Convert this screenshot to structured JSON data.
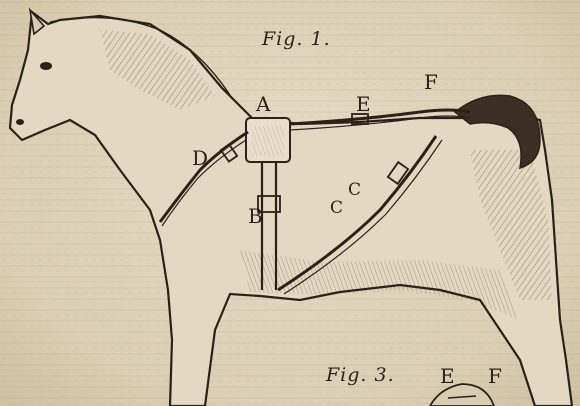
{
  "captions": {
    "fig1": "Fig. 1.",
    "fig3": "Fig. 3."
  },
  "labels": {
    "A": "A",
    "B": "B",
    "C1": "C",
    "C2": "C",
    "D": "D",
    "E": "E",
    "F": "F",
    "E_fig3": "E",
    "F_fig3": "F"
  },
  "colors": {
    "paper": "#ddd2bb",
    "ink": "#2a2219"
  }
}
